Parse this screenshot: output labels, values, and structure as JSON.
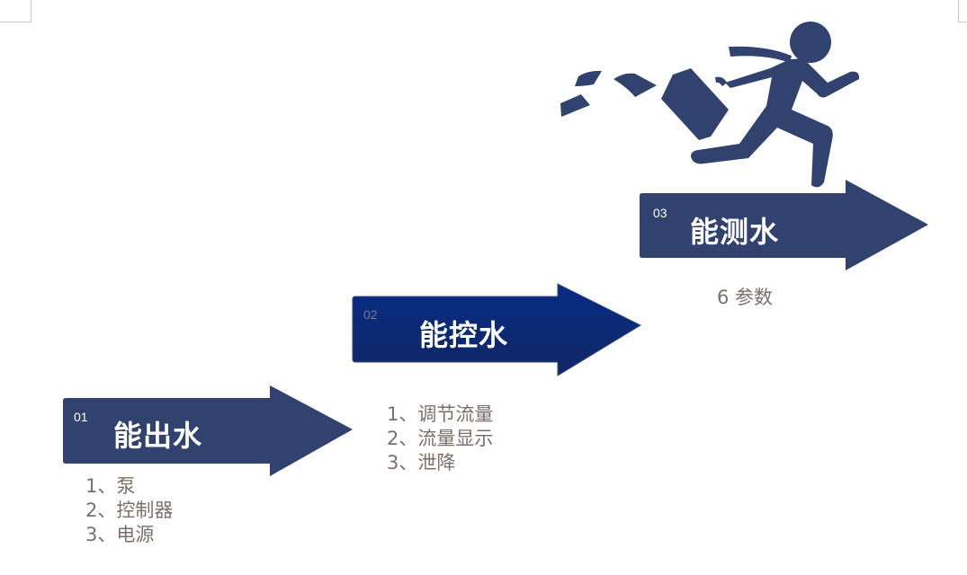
{
  "steps": [
    {
      "num": "01",
      "title": "能出水",
      "items": [
        "1、泵",
        "2、控制器",
        "3、电源"
      ]
    },
    {
      "num": "02",
      "title": "能控水",
      "items": [
        "1、调节流量",
        "2、流量显示",
        "3、泄降"
      ]
    },
    {
      "num": "03",
      "title": "能测水",
      "items": [
        "6 参数"
      ]
    }
  ],
  "colors": {
    "arrow": "#32426F",
    "arrow_active_top": "#062C85",
    "arrow_active_bottom": "#112765",
    "text": "#7A7068"
  }
}
